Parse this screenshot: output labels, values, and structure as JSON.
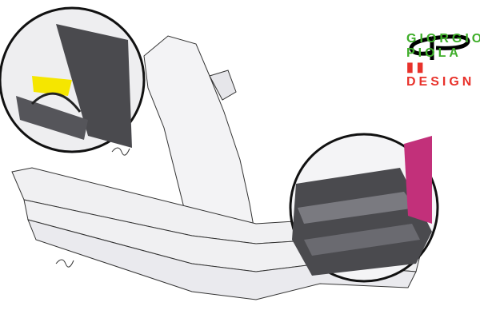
{
  "logo": {
    "line1": "GIORGIO",
    "line2": "PIOLA",
    "line3": "DESIGN",
    "green": "#3fae2a",
    "red": "#e8322b"
  },
  "colors": {
    "body": "#f2f2f4",
    "outline": "#333333",
    "dark": "#4a4a4e",
    "pink": "#c2307a",
    "yellow": "#f5e600"
  }
}
